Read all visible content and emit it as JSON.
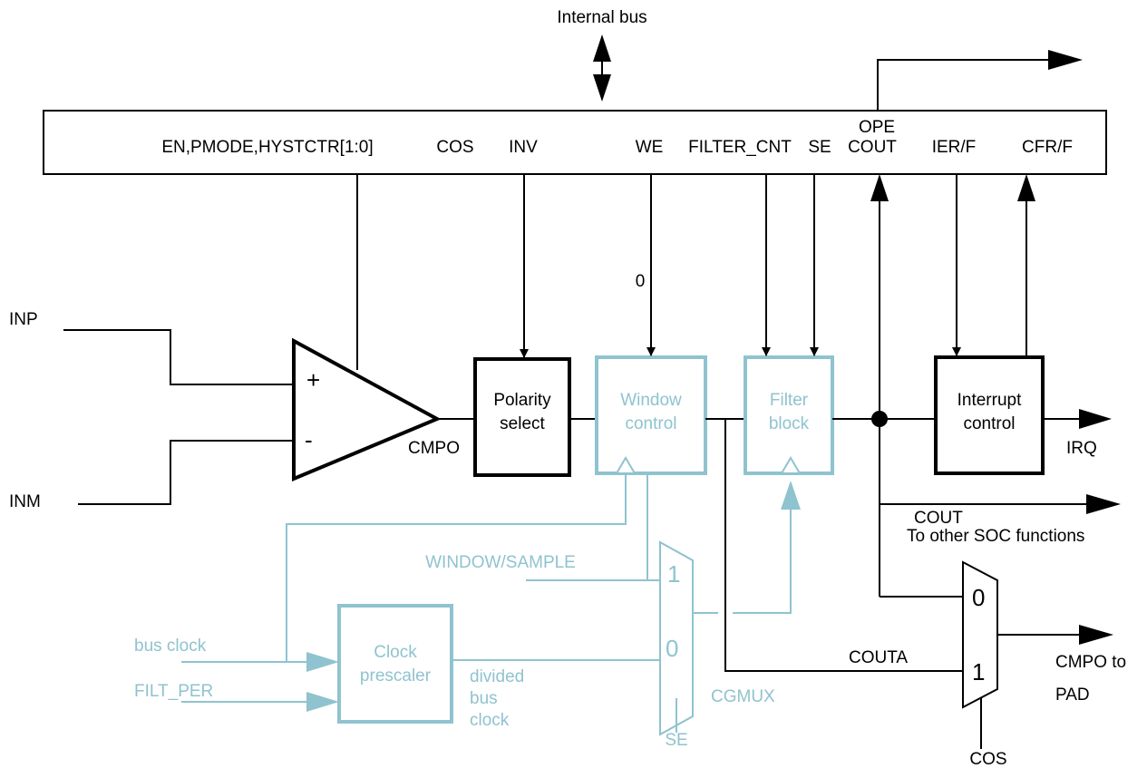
{
  "colors": {
    "black": "#000000",
    "blue": "#8fc3cf"
  },
  "top": {
    "bus_label": "Internal bus",
    "fields": {
      "en": "EN,PMODE,HYSTCTR[1:0]",
      "cos": "COS",
      "inv": "INV",
      "we": "WE",
      "filter_cnt": "FILTER_CNT",
      "se": "SE",
      "ope": "OPE",
      "cout": "COUT",
      "ier": "IER/F",
      "cfr": "CFR/F"
    }
  },
  "inputs": {
    "inp": "INP",
    "inm": "INM",
    "plus": "+",
    "minus": "-"
  },
  "labels": {
    "zero": "0",
    "cmpo": "CMPO",
    "irq": "IRQ",
    "cout_out": "COUT",
    "to_other": "To other SOC functions",
    "couta": "COUTA",
    "cmpo_pad_1": "CMPO to",
    "cmpo_pad_2": "PAD",
    "cos_bottom": "COS",
    "mux_out_0": "0",
    "mux_out_1": "1"
  },
  "blocks": {
    "polarity_1": "Polarity",
    "polarity_2": "select",
    "window_1": "Window",
    "window_2": "control",
    "filter_1": "Filter",
    "filter_2": "block",
    "interrupt_1": "Interrupt",
    "interrupt_2": "control",
    "prescaler_1": "Clock",
    "prescaler_2": "prescaler"
  },
  "clocking": {
    "window_sample": "WINDOW/SAMPLE",
    "bus_clock": "bus clock",
    "filt_per": "FILT_PER",
    "divided_1": "divided",
    "divided_2": "bus",
    "divided_3": "clock",
    "cgmux": "CGMUX",
    "se": "SE",
    "mux_1": "1",
    "mux_0": "0"
  }
}
